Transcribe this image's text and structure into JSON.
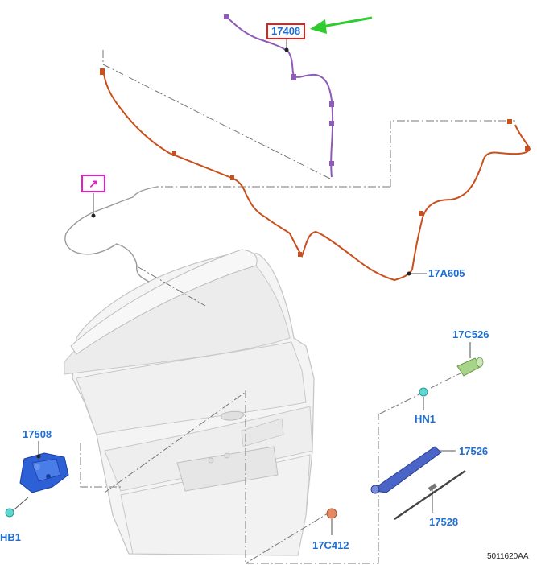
{
  "callouts": {
    "wiper_motor_harness": "17408",
    "rear_window_washer_hose": "17A605",
    "hose_connector": "17C526",
    "nut_hn1": "HN1",
    "wiper_motor": "17508",
    "wiper_arm": "17526",
    "wiper_blade": "17528",
    "motor_bolt": "HB1",
    "arm_cover_cap": "17C412"
  },
  "figure_reference": "5011620AA",
  "colors": {
    "label_blue": "#1f6fd1",
    "highlight_box_red": "#e0201e",
    "pointer_arrow_green": "#2ecc2e",
    "washer_hose_orange": "#c8501e",
    "harness_purple": "#8e5bb8",
    "magnifier_magenta": "#e21ec8",
    "motor_blue": "#2d5fd6",
    "arm_blue": "#4a64c8"
  }
}
